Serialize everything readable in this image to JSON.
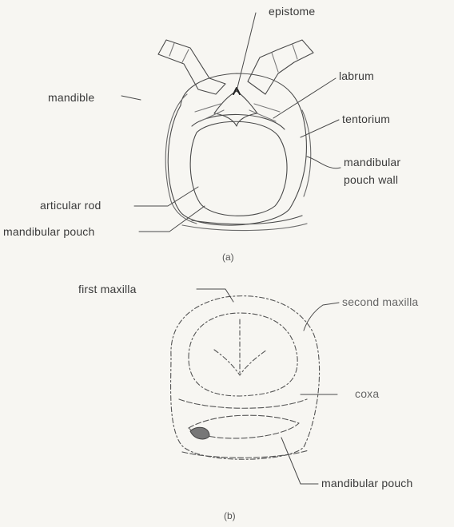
{
  "figure_a": {
    "labels": {
      "epistome": "epistome",
      "labrum": "labrum",
      "mandible": "mandible",
      "tentorium": "tentorium",
      "mandibular_pouch_wall_line1": "mandibular",
      "mandibular_pouch_wall_line2": "pouch wall",
      "articular_rod": "articular rod",
      "mandibular_pouch": "mandibular pouch"
    },
    "caption": "(a)"
  },
  "figure_b": {
    "labels": {
      "first_maxilla": "first maxilla",
      "second_maxilla": "second maxilla",
      "coxa": "coxa",
      "mandibular_pouch": "mandibular pouch"
    },
    "caption": "(b)"
  },
  "colors": {
    "line": "#4a4a4a",
    "faint": "#9a9a9a",
    "background": "#f7f6f2"
  }
}
